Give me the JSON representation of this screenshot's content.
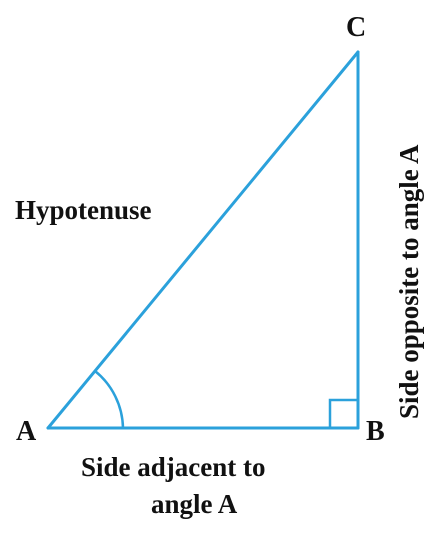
{
  "figure": {
    "vertices": {
      "a_label": "A",
      "b_label": "B",
      "c_label": "C"
    },
    "sides": {
      "hypotenuse_label": "Hypotenuse",
      "opposite_label": "Side opposite to angle A",
      "adjacent_label_line1": "Side adjacent to",
      "adjacent_label_line2": "angle A"
    },
    "colors": {
      "line": "#2ba1db",
      "text": "#111111"
    }
  }
}
